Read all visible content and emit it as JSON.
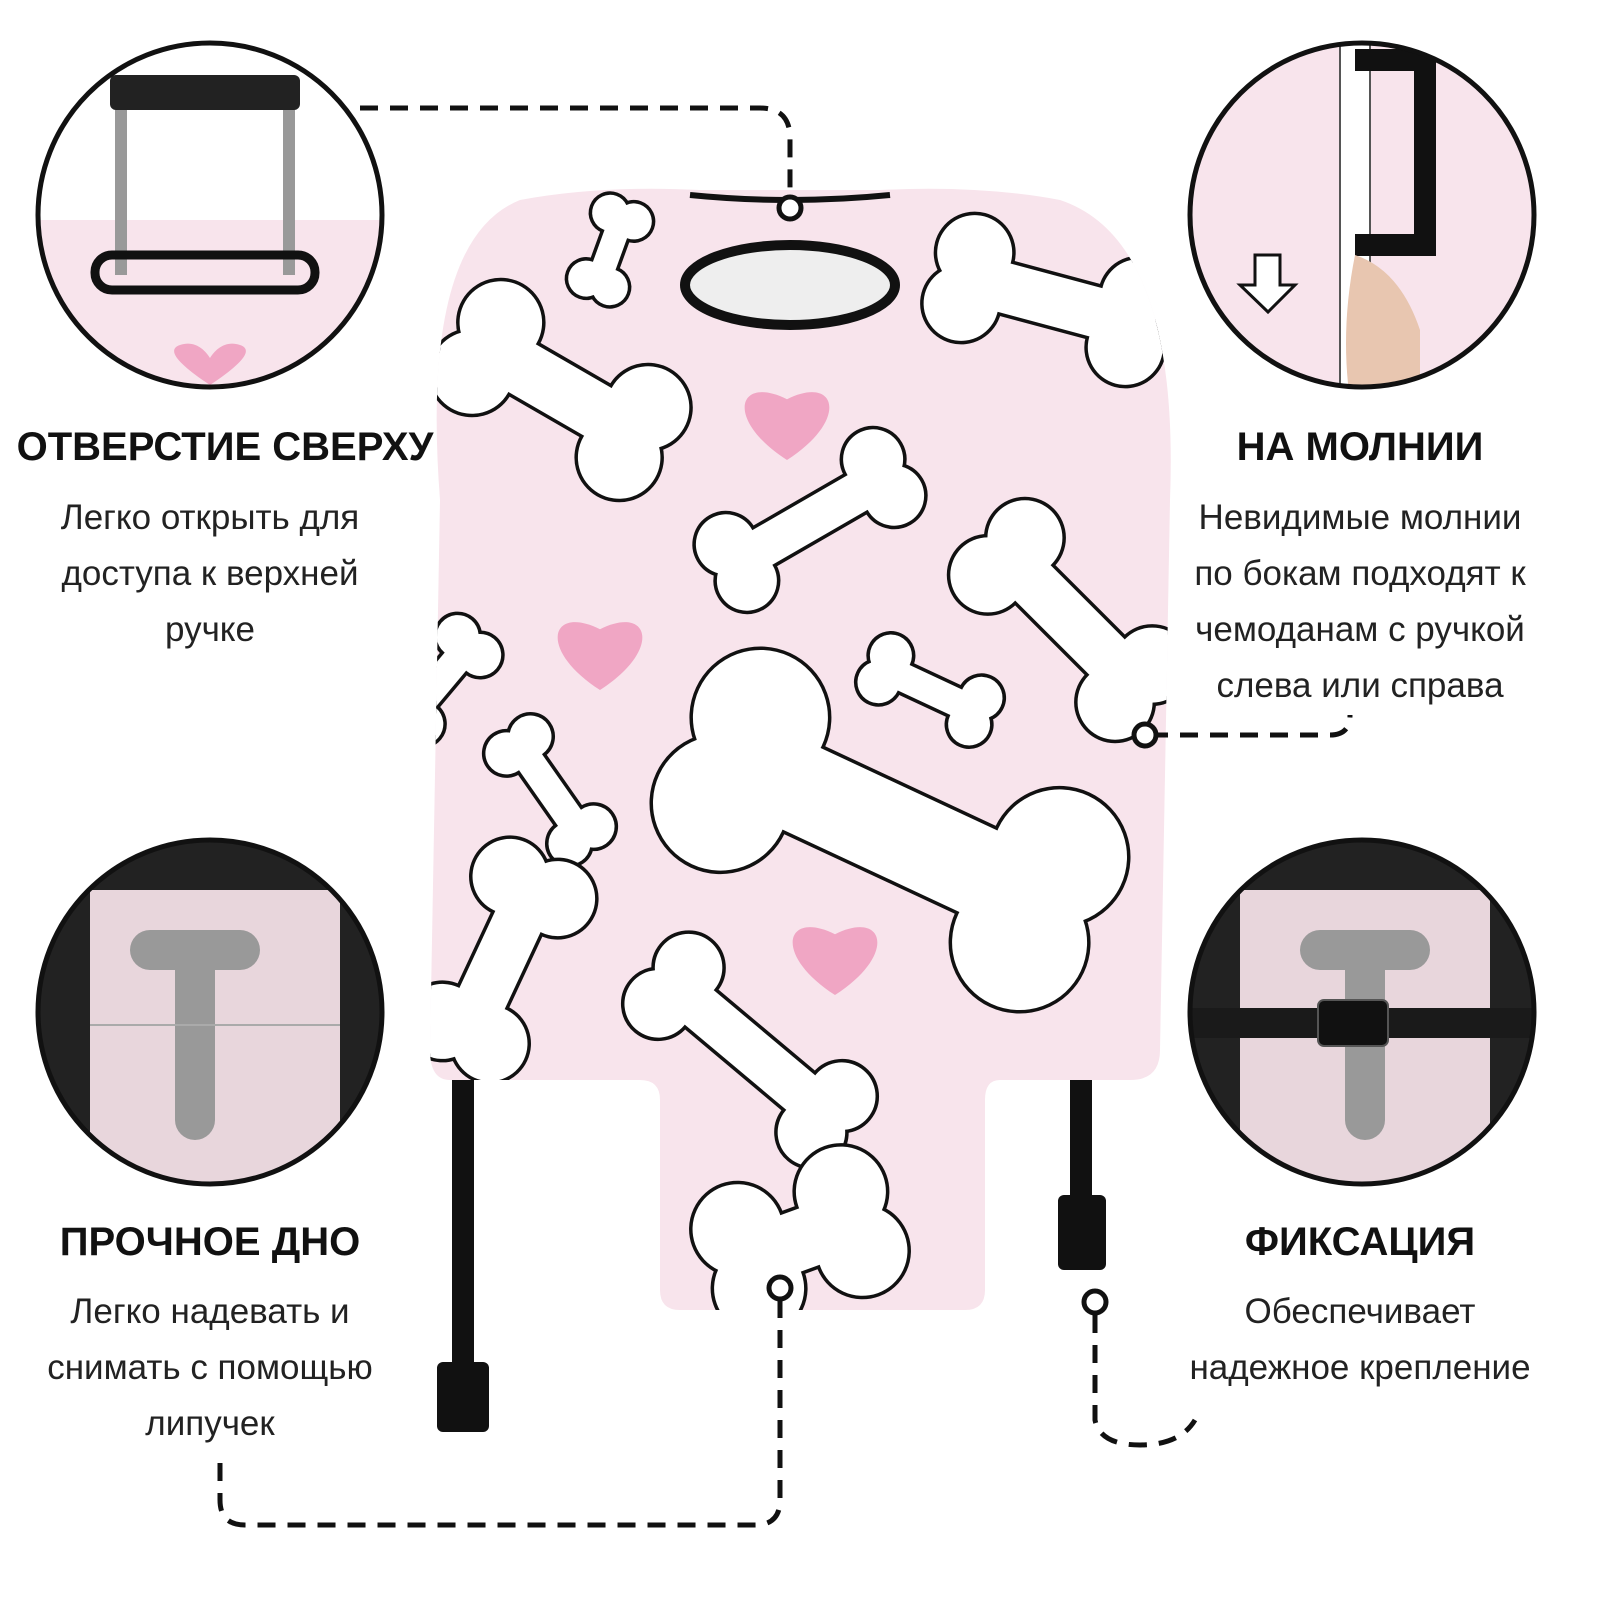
{
  "features": [
    {
      "title": "ОТВЕРСТИЕ СВЕРХУ",
      "lines": [
        "Легко открыть для",
        "доступа к верхней",
        "ручке"
      ]
    },
    {
      "title": "НА МОЛНИИ",
      "lines": [
        "Невидимые молнии",
        "по бокам подходят к",
        "чемоданам с ручкой",
        "слева или справа"
      ]
    },
    {
      "title": "ПРОЧНОЕ ДНО",
      "lines": [
        "Легко надевать и",
        "снимать с помощью",
        "липучек"
      ]
    },
    {
      "title": "ФИКСАЦИЯ",
      "lines": [
        "Обеспечивает",
        "надежное крепление"
      ]
    }
  ],
  "colors": {
    "cover": "#f8e4ec",
    "heart": "#f0a6c4",
    "outline": "#111111",
    "bone": "#ffffff"
  }
}
